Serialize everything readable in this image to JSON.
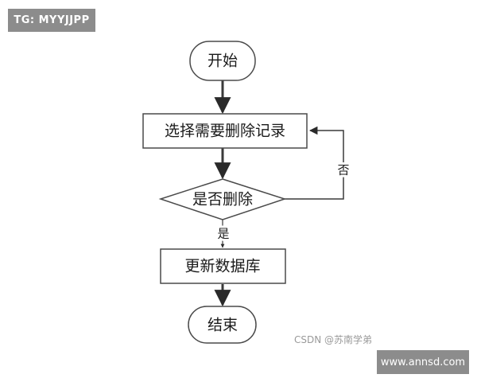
{
  "watermark_top": "TG: MYYJJPP",
  "watermark_bottom": "www.annsd.com",
  "credit": "CSDN @苏南学弟",
  "diagram": {
    "nodes": {
      "start": "开始",
      "select": "选择需要删除记录",
      "decision": "是否删除",
      "update": "更新数据库",
      "end": "结束"
    },
    "edges": {
      "yes_label": "是",
      "no_label": "否"
    }
  }
}
